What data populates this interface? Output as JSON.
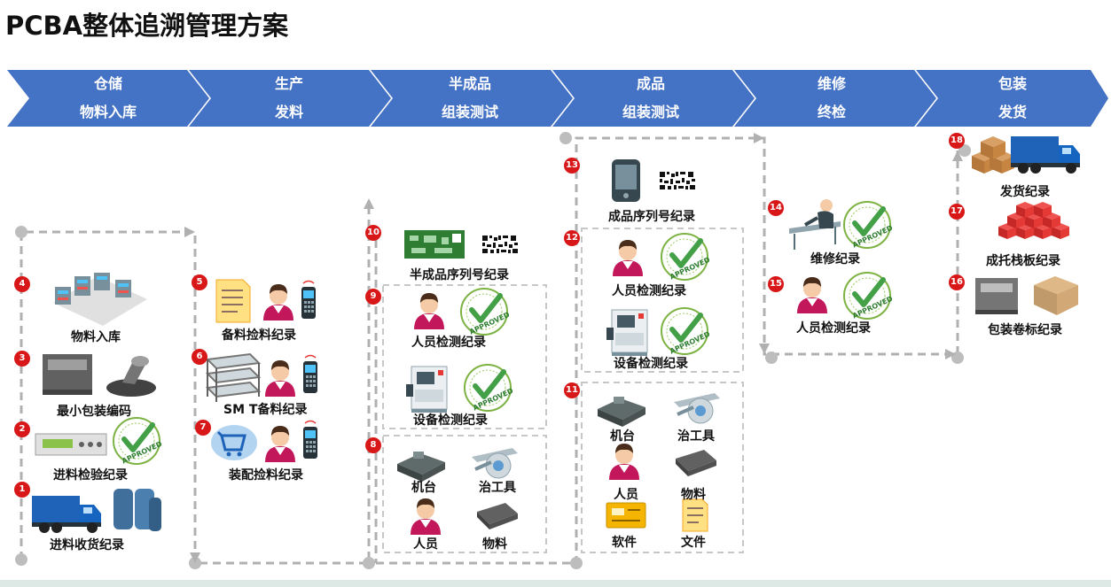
{
  "title": "PCBA整体追溯管理方案",
  "stages": [
    {
      "line1": "仓储",
      "line2": "物料入库"
    },
    {
      "line1": "生产",
      "line2": "发料"
    },
    {
      "line1": "半成品",
      "line2": "组装测试"
    },
    {
      "line1": "成品",
      "line2": "组装测试"
    },
    {
      "line1": "维修",
      "line2": "终检"
    },
    {
      "line1": "包装",
      "line2": "发货"
    }
  ],
  "steps": {
    "s1": {
      "num": "1",
      "label": "进料收货纪录"
    },
    "s2": {
      "num": "2",
      "label": "进料检验纪录"
    },
    "s3": {
      "num": "3",
      "label": "最小包装编码"
    },
    "s4": {
      "num": "4",
      "label": "物料入库"
    },
    "s5": {
      "num": "5",
      "label": "备料捡料纪录"
    },
    "s6": {
      "num": "6",
      "label": "SM T备料纪录"
    },
    "s7": {
      "num": "7",
      "label": "装配捡料纪录"
    },
    "s8": {
      "num": "8"
    },
    "s9": {
      "num": "9"
    },
    "s10": {
      "num": "10",
      "label": "半成品序列号纪录"
    },
    "s11": {
      "num": "11"
    },
    "s12": {
      "num": "12"
    },
    "s13": {
      "num": "13",
      "label": "成品序列号纪录"
    },
    "s14": {
      "num": "14",
      "label": "维修纪录"
    },
    "s15": {
      "num": "15",
      "label": "人员检测纪录"
    },
    "s16": {
      "num": "16",
      "label": "包装卷标纪录"
    },
    "s17": {
      "num": "17",
      "label": "成托栈板纪录"
    },
    "s18": {
      "num": "18",
      "label": "发货纪录"
    }
  },
  "semi": {
    "person_check": "人员检测纪录",
    "equip_check": "设备检测纪录",
    "machine": "机台",
    "fixture": "治工具",
    "person": "人员",
    "material": "物料"
  },
  "finished": {
    "person_check": "人员检测纪录",
    "equip_check": "设备检测纪录",
    "machine": "机台",
    "fixture": "治工具",
    "person": "人员",
    "material": "物料",
    "software": "软件",
    "document": "文件"
  },
  "colors": {
    "chevron": "#4472c4",
    "badge": "#d81818",
    "dash": "#b0b0b0"
  },
  "icons": [
    "shelf-icon",
    "label-printer-icon",
    "barcode-scanner-icon",
    "tester-icon",
    "approved-stamp-icon",
    "truck-icon",
    "barrels-icon",
    "document-icon",
    "worker-icon",
    "handheld-scanner-icon",
    "smt-rack-icon",
    "basket-icon",
    "pcb-icon",
    "qr-code-icon",
    "test-machine-icon",
    "fixture-icon",
    "chip-icon",
    "phone-icon",
    "repair-worker-icon",
    "boxes-icon",
    "pallet-icon",
    "software-icon"
  ]
}
